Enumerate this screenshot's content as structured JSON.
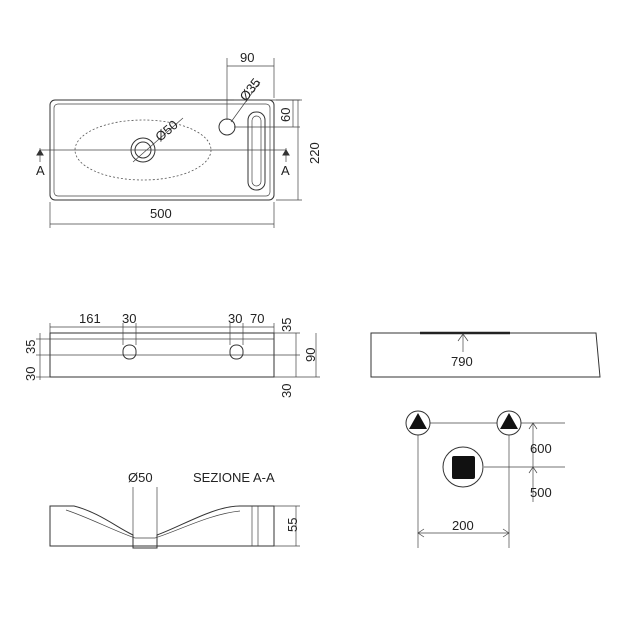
{
  "top_view": {
    "dim_90": "90",
    "dim_d35": "Ø35",
    "dim_60": "60",
    "dim_d50": "Ø50",
    "dim_220": "220",
    "dim_500": "500",
    "section_marker_left": "A",
    "section_marker_right": "A"
  },
  "front_view": {
    "dim_161": "161",
    "dim_30_left": "30",
    "dim_30_right": "30",
    "dim_70": "70",
    "dim_35_left": "35",
    "dim_30_left_vertical": "30",
    "dim_35_right": "35",
    "dim_90": "90",
    "dim_30_bottom": "30"
  },
  "side_view": {
    "dim_790": "790"
  },
  "section_view": {
    "title": "SEZIONE A-A",
    "dim_d50": "Ø50",
    "dim_55": "55"
  },
  "plumbing_view": {
    "dim_600": "600",
    "dim_500": "500",
    "dim_200": "200"
  }
}
